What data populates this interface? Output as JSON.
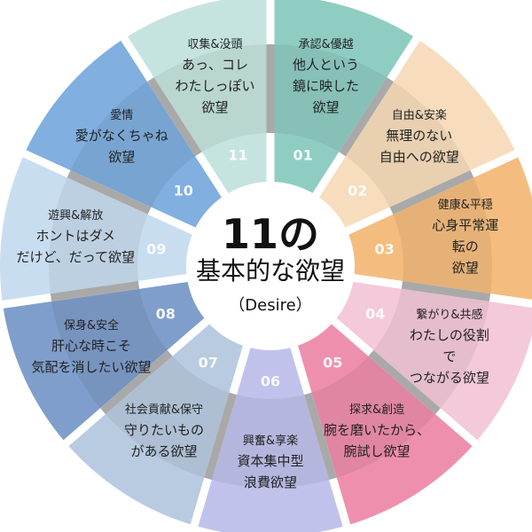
{
  "title": {
    "main": "11の",
    "sub": "基本的な欲望",
    "en": "（Desire）"
  },
  "segments": [
    {
      "num": "01",
      "category": "承認&優越",
      "desire": "他人という\n鏡に映した\n欲望",
      "color": "#8fcdc3"
    },
    {
      "num": "02",
      "category": "自由&安楽",
      "desire": "無理のない\n自由への欲望",
      "color": "#f7ddbd"
    },
    {
      "num": "03",
      "category": "健康&平穏",
      "desire": "心身平常運転の\n欲望",
      "color": "#f4bd7f"
    },
    {
      "num": "04",
      "category": "繋がり&共感",
      "desire": "わたしの役割で\nつながる欲望",
      "color": "#f4c9d9"
    },
    {
      "num": "05",
      "category": "探求&創造",
      "desire": "腕を磨いたから、\n腕試し欲望",
      "color": "#ef8fae"
    },
    {
      "num": "06",
      "category": "興奮&享楽",
      "desire": "資本集中型\n浪費欲望",
      "color": "#c1c2ec"
    },
    {
      "num": "07",
      "category": "社会貢献&保守",
      "desire": "守りたいもの\nがある欲望",
      "color": "#b9cbe1"
    },
    {
      "num": "08",
      "category": "保身&安全",
      "desire": "肝心な時こそ\n気配を消したい欲望",
      "color": "#7f9ecb"
    },
    {
      "num": "09",
      "category": "遊興&解放",
      "desire": "ホントはダメ\nだけど、だって欲望",
      "color": "#c9ddf0"
    },
    {
      "num": "10",
      "category": "愛情",
      "desire": "愛がなくちゃね\n欲望",
      "color": "#80afe0"
    },
    {
      "num": "11",
      "category": "収集&没頭",
      "desire": "あっ、コレ\nわたしっぽい\n欲望",
      "color": "#c5e4df"
    }
  ]
}
